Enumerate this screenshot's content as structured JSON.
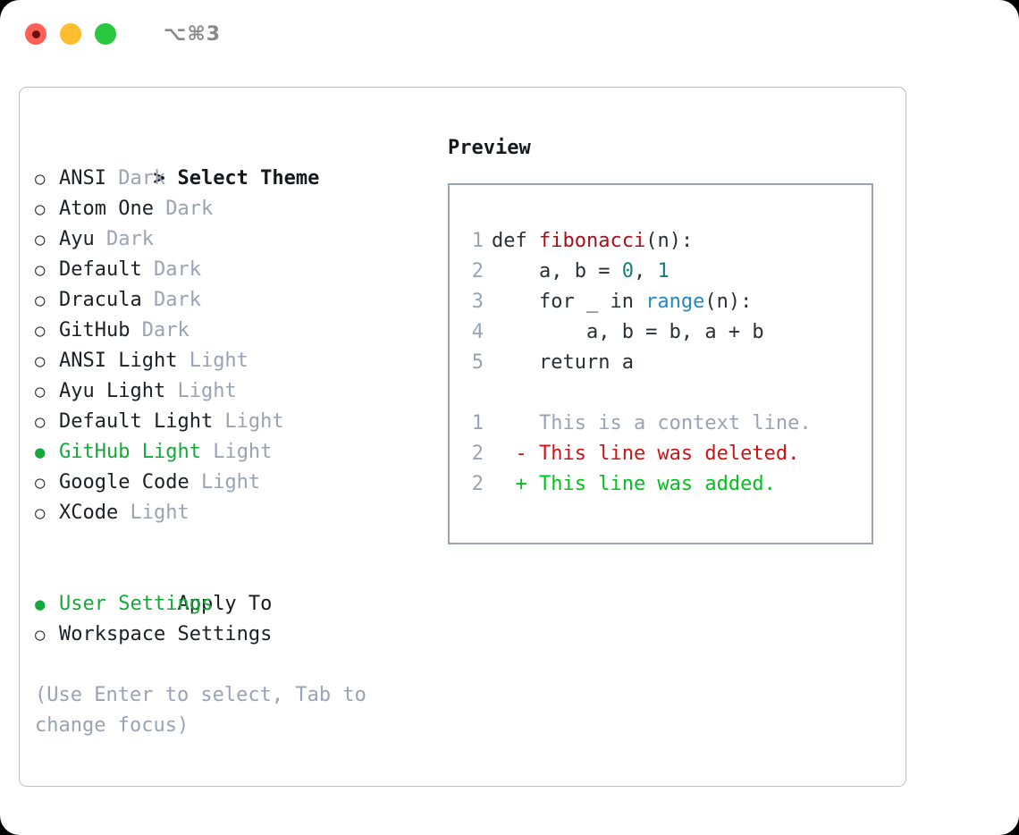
{
  "titlebar": {
    "shortcut": "⌥⌘3",
    "lights": [
      {
        "name": "close",
        "color": "#ff5f57"
      },
      {
        "name": "minimize",
        "color": "#febc2e"
      },
      {
        "name": "zoom",
        "color": "#28c840"
      }
    ]
  },
  "theme_picker": {
    "heading": "Select Theme",
    "caret": ">",
    "bullet_unselected": "○",
    "bullet_selected": "●",
    "selected_color": "#15a83a",
    "items": [
      {
        "label": "ANSI",
        "variant": "Dark",
        "selected": false
      },
      {
        "label": "Atom One",
        "variant": "Dark",
        "selected": false
      },
      {
        "label": "Ayu",
        "variant": "Dark",
        "selected": false
      },
      {
        "label": "Default",
        "variant": "Dark",
        "selected": false
      },
      {
        "label": "Dracula",
        "variant": "Dark",
        "selected": false
      },
      {
        "label": "GitHub",
        "variant": "Dark",
        "selected": false
      },
      {
        "label": "ANSI Light",
        "variant": "Light",
        "selected": false
      },
      {
        "label": "Ayu Light",
        "variant": "Light",
        "selected": false
      },
      {
        "label": "Default Light",
        "variant": "Light",
        "selected": false
      },
      {
        "label": "GitHub Light",
        "variant": "Light",
        "selected": true
      },
      {
        "label": "Google Code",
        "variant": "Light",
        "selected": false
      },
      {
        "label": "XCode",
        "variant": "Light",
        "selected": false
      }
    ]
  },
  "apply_to": {
    "heading": "Apply To",
    "items": [
      {
        "label": "User Settings",
        "selected": true
      },
      {
        "label": "Workspace Settings",
        "selected": false
      }
    ]
  },
  "hint": "(Use Enter to select, Tab to change focus)",
  "preview": {
    "title": "Preview",
    "code_lines": [
      {
        "num": "1",
        "segments": [
          {
            "text": "def ",
            "kind": "plain"
          },
          {
            "text": "fibonacci",
            "kind": "fn"
          },
          {
            "text": "(n):",
            "kind": "plain"
          }
        ]
      },
      {
        "num": "2",
        "segments": [
          {
            "text": "    a, b = ",
            "kind": "plain"
          },
          {
            "text": "0",
            "kind": "num"
          },
          {
            "text": ", ",
            "kind": "plain"
          },
          {
            "text": "1",
            "kind": "num"
          }
        ]
      },
      {
        "num": "3",
        "segments": [
          {
            "text": "    for _ in ",
            "kind": "plain"
          },
          {
            "text": "range",
            "kind": "call"
          },
          {
            "text": "(n):",
            "kind": "plain"
          }
        ]
      },
      {
        "num": "4",
        "segments": [
          {
            "text": "        a, b = b, a + b",
            "kind": "plain"
          }
        ]
      },
      {
        "num": "5",
        "segments": [
          {
            "text": "    return a",
            "kind": "plain"
          }
        ]
      }
    ],
    "diff_lines": [
      {
        "num": "1",
        "marker": " ",
        "text": "This is a context line.",
        "kind": "ctx"
      },
      {
        "num": "2",
        "marker": "-",
        "text": "This line was deleted.",
        "kind": "del"
      },
      {
        "num": "2",
        "marker": "+",
        "text": "This line was added.",
        "kind": "add"
      }
    ]
  }
}
